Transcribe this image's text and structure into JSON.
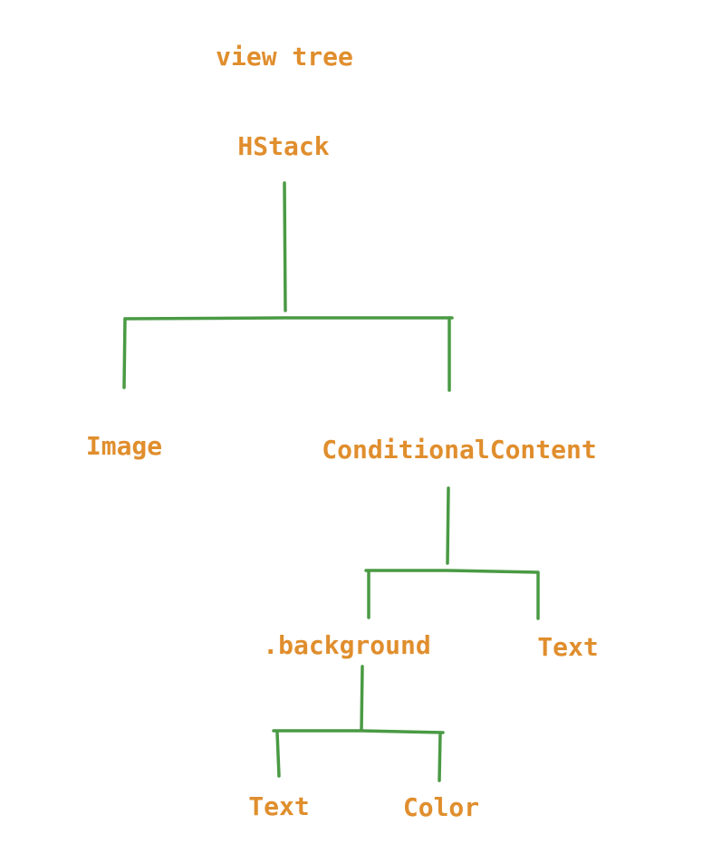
{
  "diagram": {
    "title": "view tree",
    "colors": {
      "label": "#e08e2d",
      "edge": "#4a9a44"
    },
    "nodes": {
      "hstack": "HStack",
      "image": "Image",
      "conditional_content": "ConditionalContent",
      "background": ".background",
      "text_right": "Text",
      "text_left": "Text",
      "color": "Color"
    }
  }
}
